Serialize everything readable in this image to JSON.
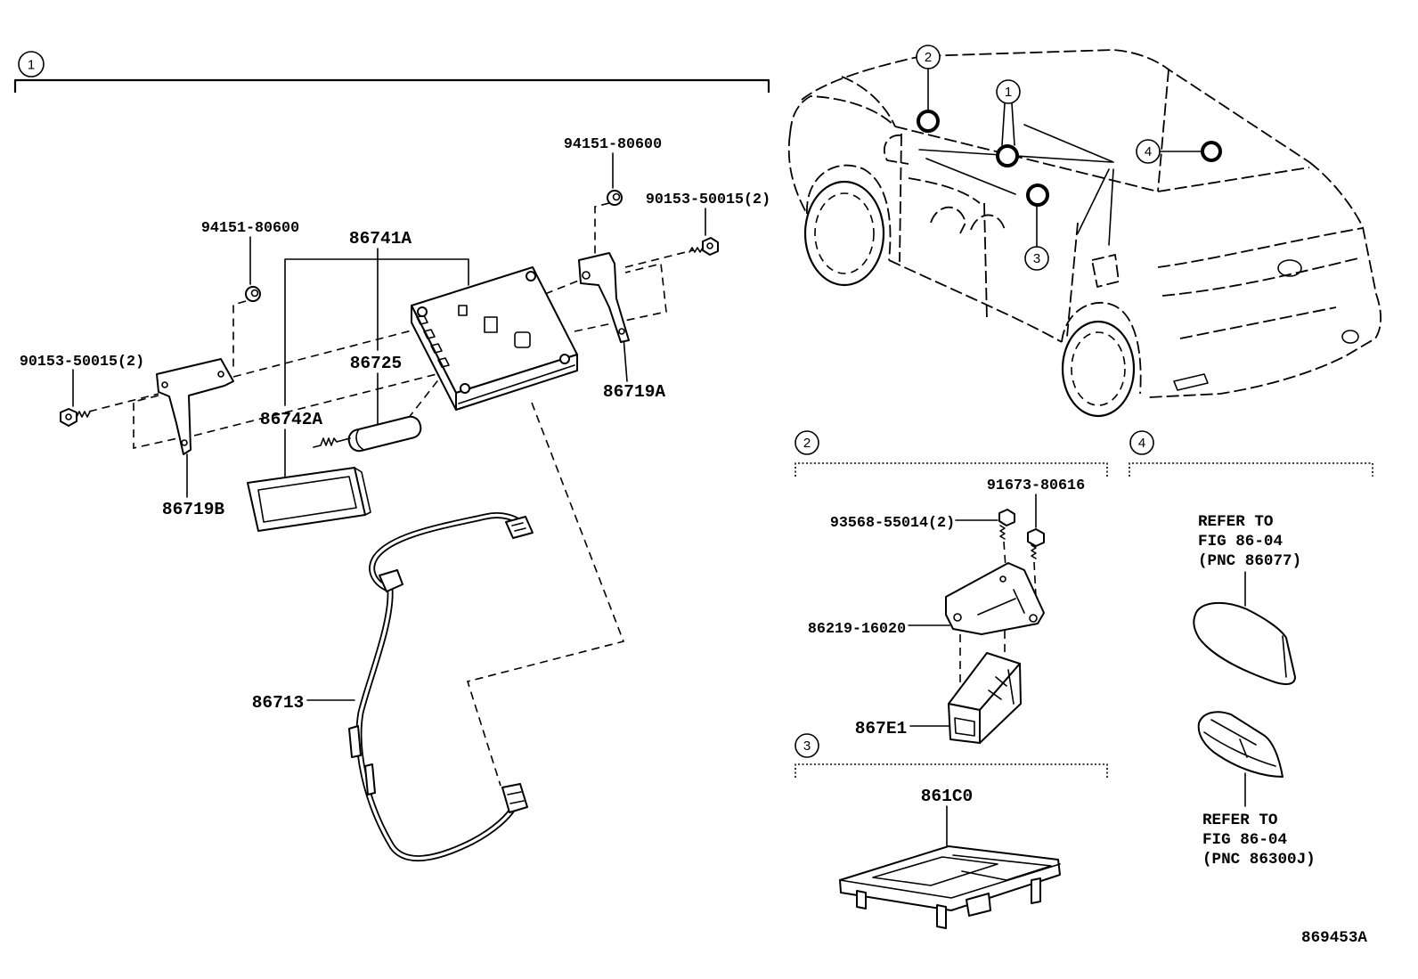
{
  "figure_number": "869453A",
  "group1": {
    "callout": "1",
    "parts": {
      "ecu_assy": "86741A",
      "antenna": "86725",
      "antenna_holder": "86742A",
      "bracket_a": "86719A",
      "bracket_b": "86719B",
      "harness": "86713",
      "nut_a": "94151-80600",
      "nut_b": "94151-80600",
      "screw_a": "90153-50015(2)",
      "screw_b": "90153-50015(2)"
    }
  },
  "group2": {
    "callout": "2",
    "parts": {
      "bolt_a": "93568-55014(2)",
      "bolt_b": "91673-80616",
      "bracket": "86219-16020",
      "module": "867E1"
    }
  },
  "group3": {
    "callout": "3",
    "parts": {
      "tray": "861C0"
    }
  },
  "group4": {
    "callout": "4",
    "references": [
      {
        "line1": "REFER TO",
        "line2": "FIG 86-04",
        "line3": "(PNC 86077)"
      },
      {
        "line1": "REFER TO",
        "line2": "FIG 86-04",
        "line3": "(PNC 86300J)"
      }
    ]
  },
  "vehicle_callouts": [
    "2",
    "1",
    "3",
    "4"
  ]
}
